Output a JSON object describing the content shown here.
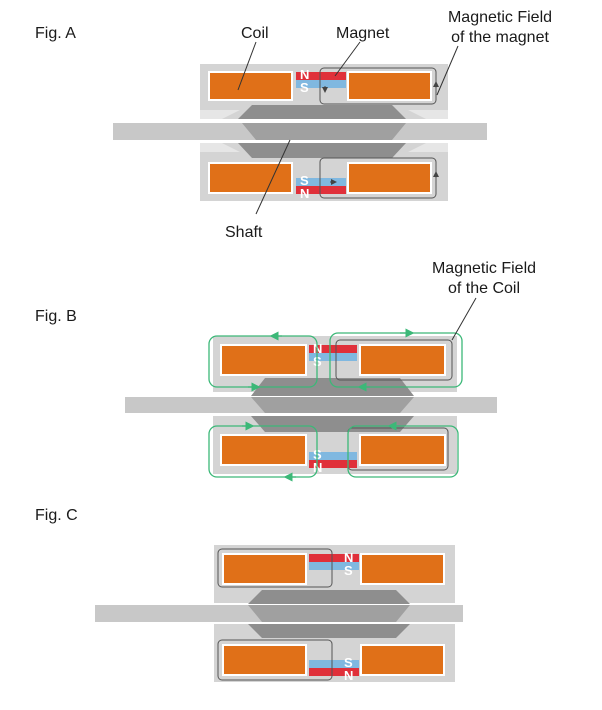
{
  "figures": [
    {
      "id": "A",
      "label": "Fig. A",
      "annotations": {
        "coil": "Coil",
        "magnet": "Magnet",
        "field_line1": "Magnetic Field",
        "field_line2": "of the magnet",
        "shaft": "Shaft"
      },
      "top_poles": [
        "N",
        "S"
      ],
      "bottom_poles": [
        "S",
        "N"
      ]
    },
    {
      "id": "B",
      "label": "Fig. B",
      "annotations": {
        "field_line1": "Magnetic Field",
        "field_line2": "of the Coil"
      },
      "top_poles": [
        "N",
        "S"
      ],
      "bottom_poles": [
        "S",
        "N"
      ]
    },
    {
      "id": "C",
      "label": "Fig. C",
      "top_poles": [
        "N",
        "S"
      ],
      "bottom_poles": [
        "S",
        "N"
      ]
    }
  ],
  "colors": {
    "housing": "#d2d2d2",
    "housing_inner": "#c2c2c2",
    "shaft_core": "#9a9a9a",
    "coil": "#e07018",
    "magnet_north": "#e0303a",
    "magnet_south": "#80b8e0",
    "magnet_field_line": "#555555",
    "coil_field_line": "#3cb878"
  }
}
